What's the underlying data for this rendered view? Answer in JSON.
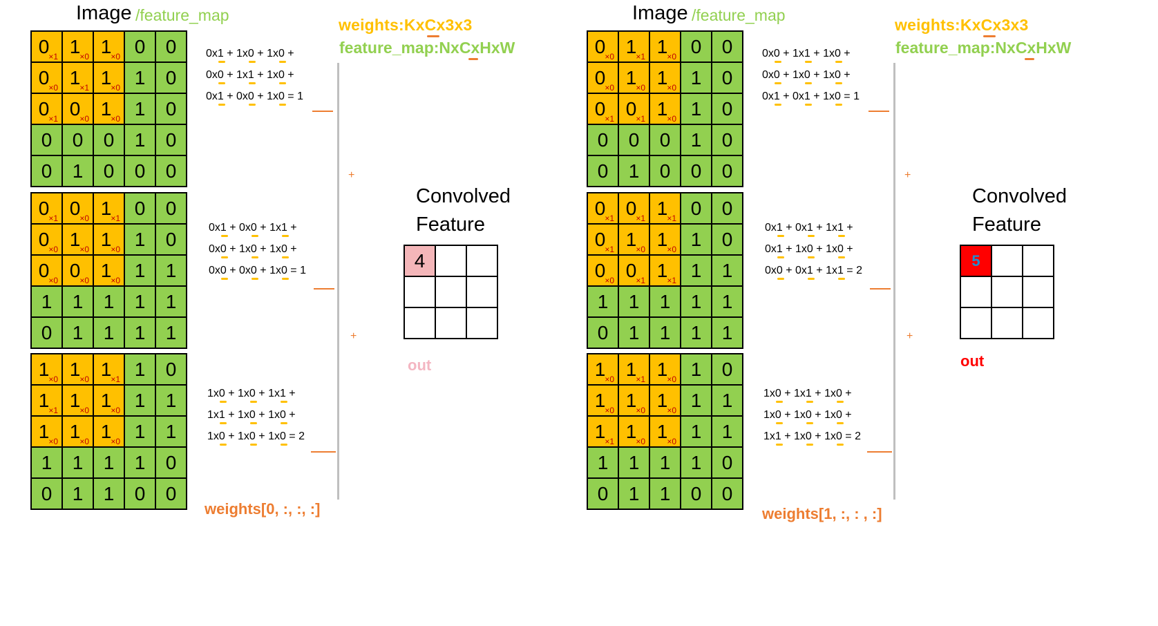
{
  "colors": {
    "highlight": "#FFC000",
    "green": "#92D050",
    "orange": "#ED7D31",
    "weight_red": "#C00000"
  },
  "panels": [
    {
      "title": "Image",
      "subtitle": "/feature_map",
      "weights_header": "weights:KxCx3x3",
      "feature_header": "feature_map:NxCxHxW",
      "grids": [
        {
          "values": [
            [
              0,
              1,
              1,
              0,
              0
            ],
            [
              0,
              1,
              1,
              1,
              0
            ],
            [
              0,
              0,
              1,
              1,
              0
            ],
            [
              0,
              0,
              0,
              1,
              0
            ],
            [
              0,
              1,
              0,
              0,
              0
            ]
          ],
          "weights": [
            [
              "×1",
              "×0",
              "×0"
            ],
            [
              "×0",
              "×1",
              "×0"
            ],
            [
              "×1",
              "×0",
              "×0"
            ]
          ]
        },
        {
          "values": [
            [
              0,
              0,
              1,
              0,
              0
            ],
            [
              0,
              1,
              1,
              1,
              0
            ],
            [
              0,
              0,
              1,
              1,
              1
            ],
            [
              1,
              1,
              1,
              1,
              1
            ],
            [
              0,
              1,
              1,
              1,
              1
            ]
          ],
          "weights": [
            [
              "×1",
              "×0",
              "×1"
            ],
            [
              "×0",
              "×0",
              "×0"
            ],
            [
              "×0",
              "×0",
              "×0"
            ]
          ]
        },
        {
          "values": [
            [
              1,
              1,
              1,
              1,
              0
            ],
            [
              1,
              1,
              1,
              1,
              1
            ],
            [
              1,
              1,
              1,
              1,
              1
            ],
            [
              1,
              1,
              1,
              1,
              0
            ],
            [
              0,
              1,
              1,
              0,
              0
            ]
          ],
          "weights": [
            [
              "×0",
              "×0",
              "×1"
            ],
            [
              "×1",
              "×0",
              "×0"
            ],
            [
              "×0",
              "×0",
              "×0"
            ]
          ]
        }
      ],
      "equations": [
        [
          "0x1 + 1x0 + 1x0 +",
          "0x0 + 1x1 + 1x0 +",
          "0x1 + 0x0 + 1x0 = 1"
        ],
        [
          "0x1 + 0x0 + 1x1 +",
          "0x0 + 1x0 + 1x0 +",
          "0x0 + 0x0 + 1x0 = 1"
        ],
        [
          "1x0 + 1x0 + 1x1 +",
          "1x1 + 1x0 + 1x0 +",
          "1x0 + 1x0 + 1x0 = 2"
        ]
      ],
      "plus": [
        "+",
        "+"
      ],
      "conv_title_1": "Convolved",
      "conv_title_2": "Feature",
      "out_value": "4",
      "out_cell_color": "#F4B6B9",
      "out_value_color": "#000000",
      "out_label": "out",
      "out_label_color": "#F4B6C2",
      "weights_label": "weights[0, :, :, :]"
    },
    {
      "title": "Image",
      "subtitle": "/feature_map",
      "weights_header": "weights:KxCx3x3",
      "feature_header": "feature_map:NxCxHxW",
      "grids": [
        {
          "values": [
            [
              0,
              1,
              1,
              0,
              0
            ],
            [
              0,
              1,
              1,
              1,
              0
            ],
            [
              0,
              0,
              1,
              1,
              0
            ],
            [
              0,
              0,
              0,
              1,
              0
            ],
            [
              0,
              1,
              0,
              0,
              0
            ]
          ],
          "weights": [
            [
              "×0",
              "×1",
              "×0"
            ],
            [
              "×0",
              "×0",
              "×0"
            ],
            [
              "×1",
              "×1",
              "×0"
            ]
          ]
        },
        {
          "values": [
            [
              0,
              0,
              1,
              0,
              0
            ],
            [
              0,
              1,
              1,
              1,
              0
            ],
            [
              0,
              0,
              1,
              1,
              1
            ],
            [
              1,
              1,
              1,
              1,
              1
            ],
            [
              0,
              1,
              1,
              1,
              1
            ]
          ],
          "weights": [
            [
              "×1",
              "×1",
              "×1"
            ],
            [
              "×1",
              "×0",
              "×0"
            ],
            [
              "×0",
              "×1",
              "×1"
            ]
          ]
        },
        {
          "values": [
            [
              1,
              1,
              1,
              1,
              0
            ],
            [
              1,
              1,
              1,
              1,
              1
            ],
            [
              1,
              1,
              1,
              1,
              1
            ],
            [
              1,
              1,
              1,
              1,
              0
            ],
            [
              0,
              1,
              1,
              0,
              0
            ]
          ],
          "weights": [
            [
              "×0",
              "×1",
              "×0"
            ],
            [
              "×0",
              "×0",
              "×0"
            ],
            [
              "×1",
              "×0",
              "×0"
            ]
          ]
        }
      ],
      "equations": [
        [
          "0x0 + 1x1 + 1x0 +",
          "0x0 + 1x0 + 1x0 +",
          "0x1 + 0x1 + 1x0 = 1"
        ],
        [
          "0x1 + 0x1 + 1x1 +",
          "0x1 + 1x0 + 1x0 +",
          "0x0 + 0x1 + 1x1 = 2"
        ],
        [
          "1x0 + 1x1 + 1x0 +",
          "1x0 + 1x0 + 1x0 +",
          "1x1 + 1x0 + 1x0 = 2"
        ]
      ],
      "plus": [
        "+",
        "+"
      ],
      "conv_title_1": "Convolved",
      "conv_title_2": "Feature",
      "out_value": "5",
      "out_cell_color": "#FF0000",
      "out_value_color": "#1F8FD0",
      "out_label": "out",
      "out_label_color": "#FF0000",
      "weights_label": "weights[1, :, : , :]"
    }
  ]
}
